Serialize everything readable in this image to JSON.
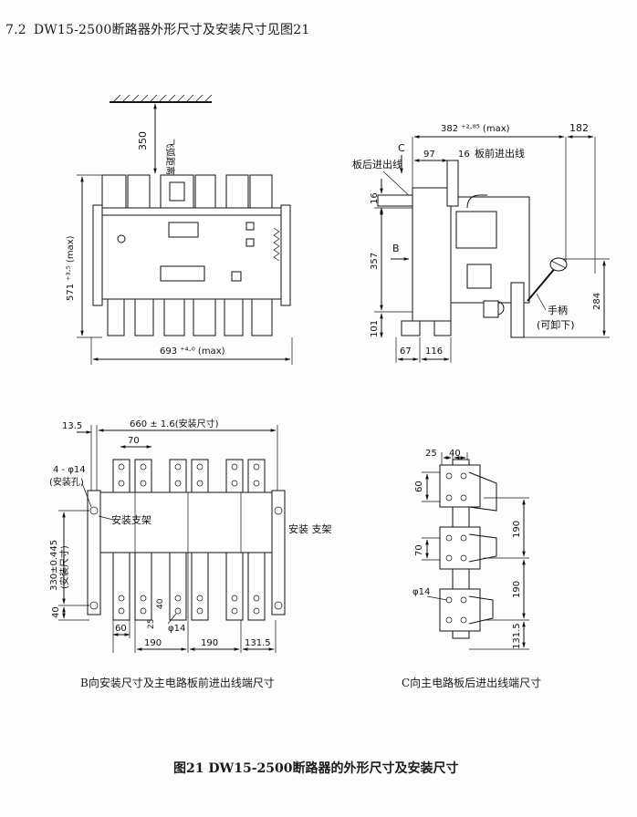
{
  "section": {
    "number": "7.2",
    "heading": "DW15-2500断路器外形尺寸及安装尺寸见图21"
  },
  "top_left_view": {
    "dim_arc_distance": "350",
    "label_arc_distance": "飞弧距离",
    "dim_height": "571 ⁺³·⁵ (max)",
    "dim_width": "693 ⁺⁴·⁰ (max)"
  },
  "top_right_view": {
    "dim_depth": "382 ⁺²·⁸⁵ (max)",
    "dim_182": "182",
    "view_letter_c": "C",
    "dim_97": "97",
    "dim_16_top": "16",
    "label_front_inlet": "板前进出线",
    "label_rear_inlet": "板后进出线",
    "dim_16_side": "16",
    "view_letter_b": "B",
    "dim_357": "357",
    "dim_101": "101",
    "dim_67": "67",
    "dim_116": "116",
    "dim_284": "284",
    "label_handle": "手柄",
    "label_removable": "(可卸下)"
  },
  "bottom_left_view": {
    "dim_13_5": "13.5",
    "dim_660": "660 ± 1.6(安装尺寸)",
    "dim_70": "70",
    "label_holes": "4 - φ14",
    "label_holes_sub": "(安装孔)",
    "label_bracket_left": "安装支架",
    "label_bracket_right": "安装 支架",
    "dim_330": "330±0.445",
    "dim_330_sub": "(安装尺寸)",
    "dim_40": "40",
    "dim_60": "60",
    "dim_25": "25",
    "dim_40b": "40",
    "dim_phi14": "φ14",
    "dim_190a": "190",
    "dim_190b": "190",
    "dim_131_5": "131.5",
    "caption": "B向安装尺寸及主电路板前进出线端尺寸"
  },
  "bottom_right_view": {
    "dim_25": "25",
    "dim_40": "40",
    "dim_60": "60",
    "dim_70": "70",
    "dim_190a": "190",
    "dim_190b": "190",
    "dim_phi14": "φ14",
    "dim_131_5": "131.5",
    "caption": "C向主电路板后进出线端尺寸"
  },
  "figure_caption": "图21   DW15-2500断路器的外形尺寸及安装尺寸"
}
